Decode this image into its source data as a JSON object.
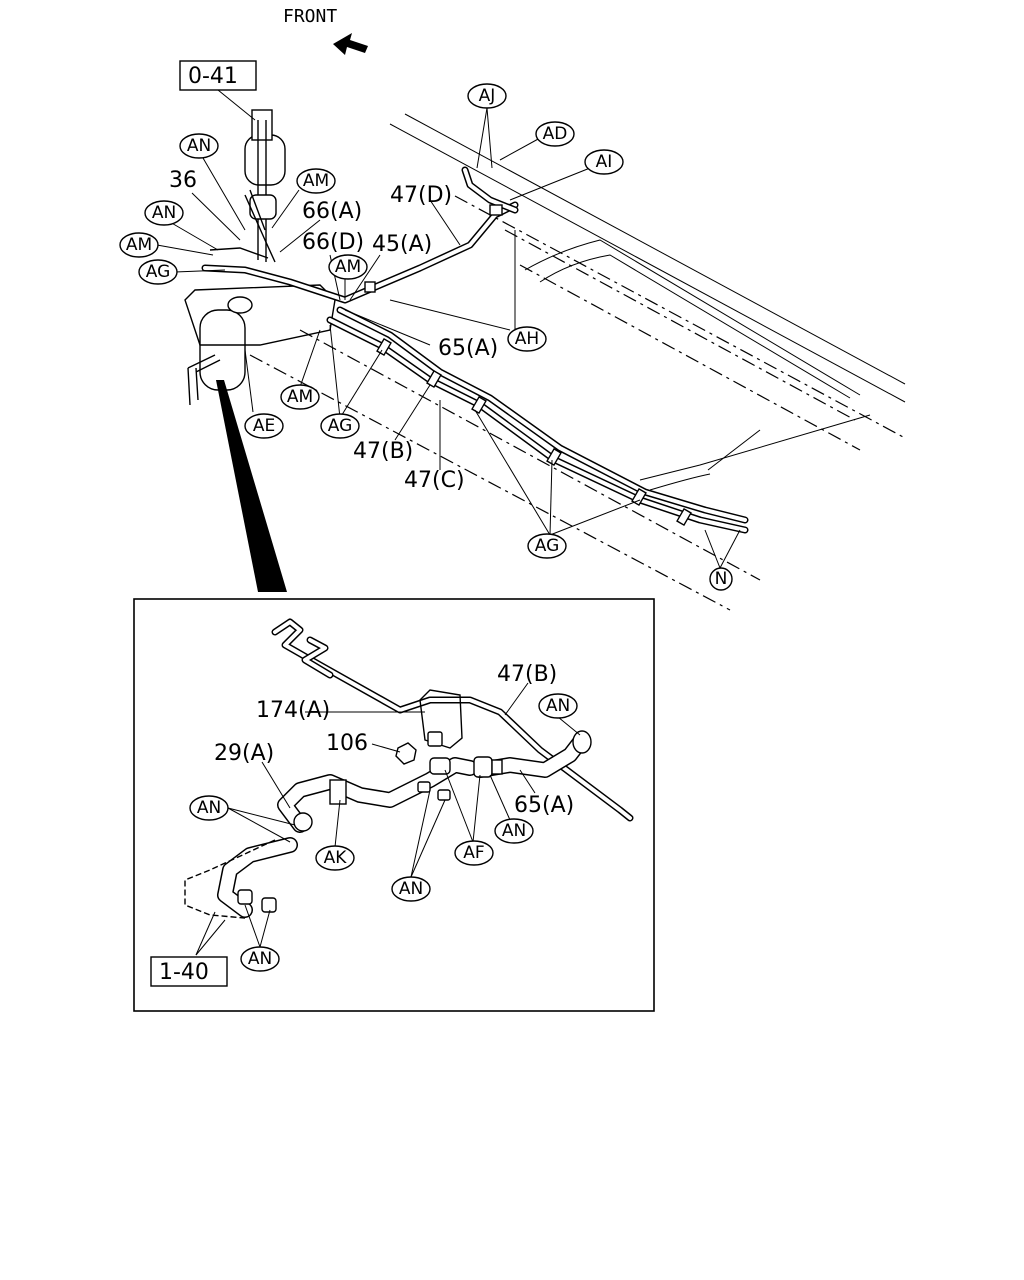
{
  "front_label": "FRONT",
  "refs": {
    "r041": "0-41",
    "r140": "1-40"
  },
  "numbers": {
    "n36": "36",
    "n66a": "66(A)",
    "n66d": "66(D)",
    "n45a": "45(A)",
    "n47d": "47(D)",
    "n65a_top": "65(A)",
    "n47b_top": "47(B)",
    "n47c": "47(C)",
    "n174a": "174(A)",
    "n47b_in": "47(B)",
    "n106": "106",
    "n29a": "29(A)",
    "n65a_in": "65(A)"
  },
  "callouts": {
    "aj": "AJ",
    "ad": "AD",
    "ai": "AI",
    "an1": "AN",
    "an2": "AN",
    "am1": "AM",
    "am2": "AM",
    "am3": "AM",
    "am4": "AM",
    "ag1": "AG",
    "ag2": "AG",
    "ag3": "AG",
    "ah": "AH",
    "ae": "AE",
    "n": "N",
    "an_in1": "AN",
    "an_in2": "AN",
    "an_in3": "AN",
    "an_in4": "AN",
    "an_in5": "AN",
    "ak": "AK",
    "af": "AF"
  }
}
